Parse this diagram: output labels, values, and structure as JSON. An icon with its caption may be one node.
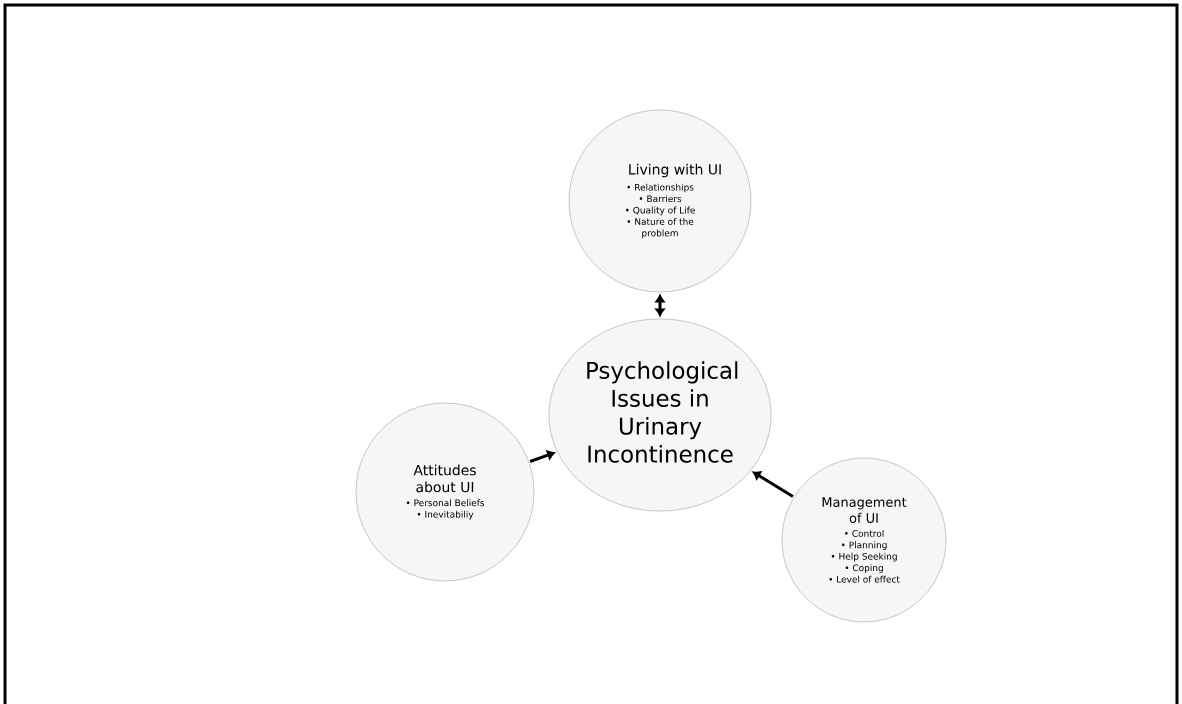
{
  "diagram": {
    "nodes": [
      {
        "text": [
          "Psychological Issues in Urinary Incontinence"
        ]
      },
      {
        "text": [
          "Living with UI",
          "• Relationships",
          "• Barriers",
          "• Quality of Life",
          "• Nature of the problem"
        ]
      },
      {
        "text": [
          "Attitudes about UI",
          "• Personal Beliefs",
          "• Inevitabiliy"
        ]
      },
      {
        "text": [
          "Management of UI",
          "• Control",
          "• Planning",
          "• Help Seeking",
          "• Coping",
          "• Level of effect"
        ]
      }
    ],
    "edges": [
      {
        "from": 1,
        "to": 0,
        "arrow": "both"
      },
      {
        "from": 2,
        "to": 0,
        "arrow": "to"
      },
      {
        "from": 3,
        "to": 0,
        "arrow": "to"
      }
    ]
  }
}
